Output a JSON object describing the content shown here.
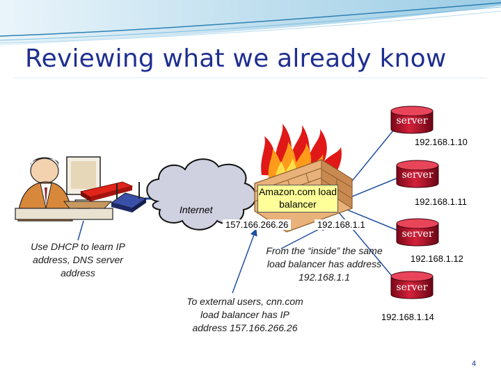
{
  "slide": {
    "title": "Reviewing what we already know",
    "page_number": "4"
  },
  "network": {
    "cloud_label": "Internet",
    "load_balancer_label": "Amazon.com load balancer",
    "external_ip": "157.166.266.26",
    "internal_ip": "192.168.1.1"
  },
  "servers": [
    {
      "label": "server",
      "ip": "192.168.1.10"
    },
    {
      "label": "server",
      "ip": "192.168.1.11"
    },
    {
      "label": "server",
      "ip": "192.168.1.12"
    },
    {
      "label": "server",
      "ip": "192.168.1.14"
    }
  ],
  "notes": {
    "dhcp": "Use DHCP to learn IP address, DNS server address",
    "inside": "From the “inside” the same load balancer has address 192.168.1.1",
    "external": "To external users, cnn.com load balancer has IP address 157.166.266.26"
  },
  "colors": {
    "title": "#1f2f8f",
    "server_fill": "#c0102a",
    "flame_outer": "#e01818",
    "flame_inner": "#ff9a1a",
    "wall": "#e8b27a",
    "cloud_fill": "#cfd0e0",
    "link": "#1f4fa0"
  }
}
